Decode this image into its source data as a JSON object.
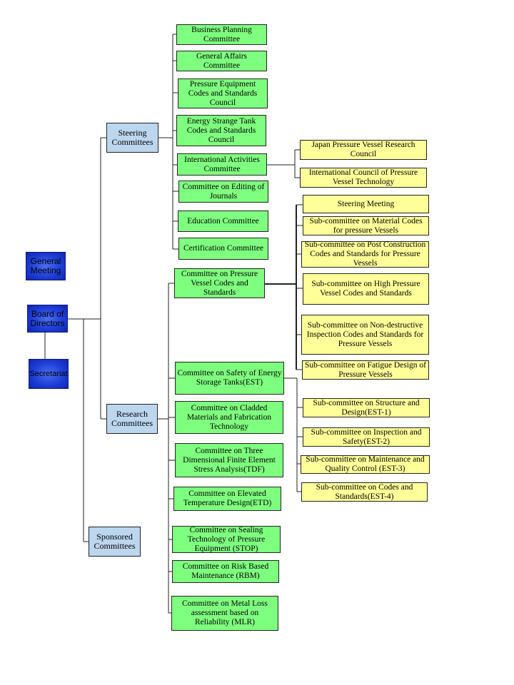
{
  "left": {
    "general_meeting": "General Meeting",
    "board_of_directors": "Board of Directors",
    "secretariat": "Secretariat"
  },
  "groups": {
    "steering": "Steering Committees",
    "research": "Research Committees",
    "sponsored": "Sponsored Committees"
  },
  "steering_committees": [
    "Business Planning Committee",
    "General Affairs Committee",
    "Pressure Equipment Codes and Standards Council",
    "Energy  Strange Tank Codes and Standards Council",
    "International Activities Committee",
    "Committee on Editing of Journals",
    "Education Committee",
    "Certification Committee"
  ],
  "international_bodies": [
    "Japan Pressure Vessel Research Council",
    "International Council of Pressure Vessel Technology"
  ],
  "pvcs_committee": "Committee on Pressure Vessel Codes and Standards",
  "pvcs_subcommittees": [
    "Steering Meeting",
    "Sub-committee on Material Codes for pressure Vessels",
    "Sub-committee on Post Construction Codes and Standards for Pressure Vessels",
    "Sub-committee on High Pressure Vessel Codes and Standards",
    "Sub-committee on Non-destructive Inspection Codes and Standards for Pressure Vessels",
    "Sub-committee on Fatigue Design of Pressure Vessels"
  ],
  "research_committees": [
    "Committee on Safety of Energy  Storage Tanks(EST)",
    "Committee on Cladded Materials and Fabrication Technology",
    "Committee on Three Dimensional Finite Element Stress Analysis(TDF)",
    "Committee on Elevated Temperature Design(ETD)",
    "Committee on Sealing Technology of Pressure Equipment (STOP)",
    "Committee on Risk Based Maintenance (RBM)",
    "Committee on Metal Loss assessment based on Reliability (MLR)"
  ],
  "est_subcommittees": [
    "Sub-committee on Structure and Design(EST-1)",
    "Sub-committee on Inspection and Safety(EST-2)",
    "Sub-committee on Maintenance and Quality Control (EST-3)",
    "Sub-committee on Codes and Standards(EST-4)"
  ],
  "colors": {
    "committee": "#7fff7f",
    "subcommittee": "#ffff99",
    "group": "#bcd6ee",
    "executive": "#1f3fd8",
    "line": "#222222"
  }
}
